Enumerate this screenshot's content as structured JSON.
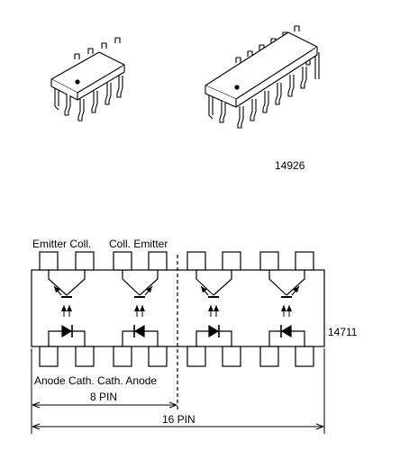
{
  "figure_codes": {
    "packages": "14926",
    "pinout": "14711"
  },
  "pin_labels": {
    "top_left": "Emitter Coll.",
    "top_right": "Coll. Emitter",
    "bottom": "Anode Cath. Cath. Anode"
  },
  "dimensions": {
    "half": "8 PIN",
    "full": "16 PIN"
  },
  "packages": [
    {
      "name": "dip-8-package-icon",
      "pins": 8
    },
    {
      "name": "dip-16-package-icon",
      "pins": 16
    }
  ],
  "channels": 4
}
